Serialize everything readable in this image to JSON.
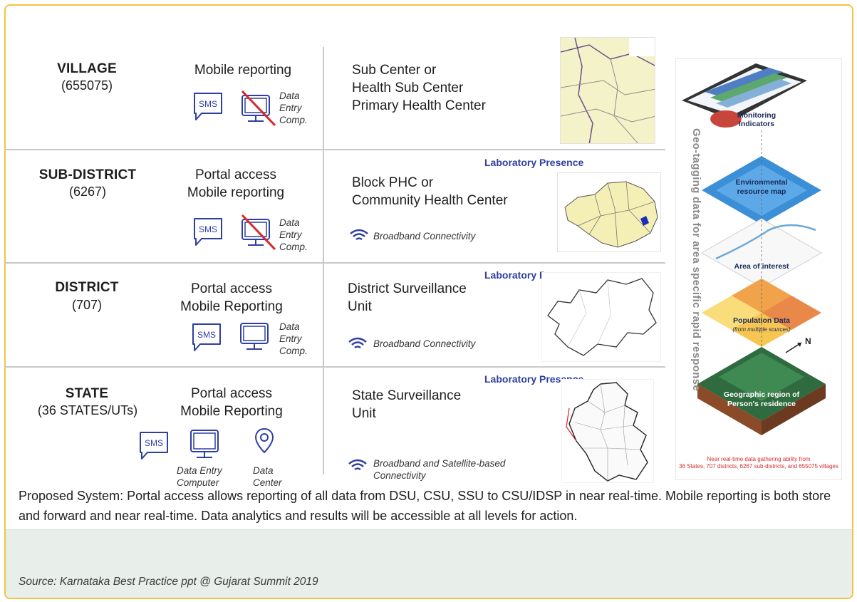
{
  "rows": [
    {
      "level": "VILLAGE",
      "count": "(655075)",
      "access": [
        "Mobile reporting"
      ],
      "facility": [
        "Sub Center or",
        "Health Sub Center",
        "Primary Health Center"
      ],
      "data_entry_label": [
        "Data",
        "Entry",
        "Comp."
      ]
    },
    {
      "level": "SUB-DISTRICT",
      "count": "(6267)",
      "access": [
        "Portal access",
        "Mobile reporting"
      ],
      "facility": [
        "Block PHC or",
        "Community Health Center"
      ],
      "lab": "Laboratory Presence",
      "broadband": "Broadband Connectivity",
      "data_entry_label": [
        "Data",
        "Entry",
        "Comp."
      ]
    },
    {
      "level": "DISTRICT",
      "count": "(707)",
      "access": [
        "Portal access",
        "Mobile Reporting"
      ],
      "facility": [
        "District Surveillance",
        "Unit"
      ],
      "lab": "Laboratory Presence",
      "broadband": "Broadband Connectivity",
      "data_entry_label": [
        "Data",
        "Entry",
        "Comp."
      ]
    },
    {
      "level": "STATE",
      "count": "(36 STATES/UTs)",
      "access": [
        "Portal access",
        "Mobile Reporting"
      ],
      "facility": [
        "State Surveillance",
        "Unit"
      ],
      "lab": "Laboratory Presence",
      "broadband": [
        "Broadband and Satellite-based",
        "Connectivity"
      ],
      "data_entry_label": [
        "Data Entry",
        "Computer"
      ],
      "data_center_label": [
        "Data",
        "Center"
      ]
    }
  ],
  "sms_label": "SMS",
  "right_panel": {
    "vertical_text": "Geo-tagging data for area specific rapid response",
    "layers": [
      "Monitoring",
      "Indicators",
      "Environmental",
      "resource map",
      "Area of interest",
      "Population Data",
      "(from multiple sources)",
      "Geographic region of",
      "Person's residence"
    ],
    "north": "N",
    "note": [
      "Near real-time data gathering ability from",
      "36 States, 707 districts, 6267 sub-districts, and 655075 villages"
    ]
  },
  "caption": "Proposed System: Portal access allows reporting of all data from DSU, CSU, SSU to CSU/IDSP in near real-time. Mobile reporting is both store and forward and near real-time. Data analytics and results will be accessible at all levels for action.",
  "source": "Source: Karnataka Best Practice ppt @ Gujarat  Summit 2019",
  "colors": {
    "border": "#f5c242",
    "icon": "#2f3fa0",
    "lab": "#2f3fa0",
    "strike": "#d62b2b",
    "footer_bg": "#e8eee9"
  }
}
